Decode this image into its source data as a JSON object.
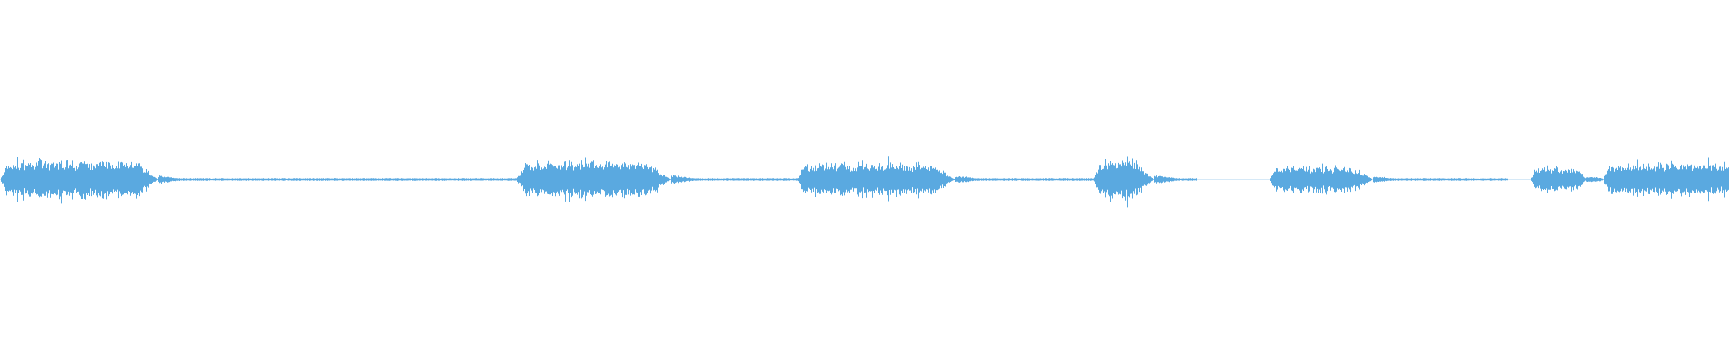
{
  "waveform": {
    "color": "#5aa9e0",
    "background": "#ffffff",
    "duration": 1.0,
    "segments": [
      {
        "start": 0.0,
        "end": 0.091,
        "level": 0.85,
        "attack": 0.004,
        "release": 0.01
      },
      {
        "start": 0.298,
        "end": 0.388,
        "level": 0.85,
        "attack": 0.006,
        "release": 0.014
      },
      {
        "start": 0.461,
        "end": 0.552,
        "level": 0.75,
        "attack": 0.004,
        "release": 0.012
      },
      {
        "start": 0.632,
        "end": 0.667,
        "level": 0.9,
        "attack": 0.004,
        "release": 0.01
      },
      {
        "start": 0.734,
        "end": 0.794,
        "level": 0.6,
        "attack": 0.003,
        "release": 0.012
      },
      {
        "start": 0.885,
        "end": 0.917,
        "level": 0.55,
        "attack": 0.003,
        "release": 0.003
      },
      {
        "start": 0.927,
        "end": 1.0,
        "level": 0.75,
        "attack": 0.003,
        "release": 0.0
      }
    ],
    "noise_floor": [
      {
        "start": 0.095,
        "end": 0.298
      },
      {
        "start": 0.394,
        "end": 0.461
      },
      {
        "start": 0.56,
        "end": 0.632
      },
      {
        "start": 0.672,
        "end": 0.692
      },
      {
        "start": 0.8,
        "end": 0.872
      }
    ]
  }
}
